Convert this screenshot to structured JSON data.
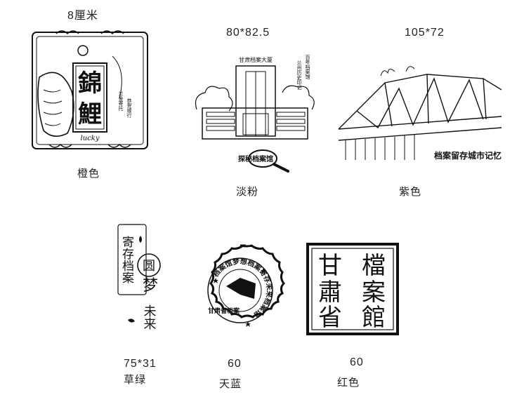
{
  "items": [
    {
      "id": "koi",
      "size": "8厘米",
      "color": "橙色",
      "art": {
        "big_text": [
          "錦",
          "鯉"
        ],
        "tag": "lucky",
        "side_left": "兰舍寄托",
        "side_right": "恭贺顺行"
      }
    },
    {
      "id": "archive-building",
      "size": "80*82.5",
      "color": "淡粉",
      "art": {
        "top": "甘肃档案大厦",
        "right": "百年档案馆",
        "right2": "兰州历史印记",
        "bottom": "探秘档案馆"
      }
    },
    {
      "id": "bridge",
      "size": "105*72",
      "color": "紫色",
      "art": {
        "caption": "档案留存城市记忆"
      }
    },
    {
      "id": "dream",
      "size": "75*31",
      "color": "草绿",
      "art": {
        "col1": "寄存档案",
        "circle": "圆",
        "dream": "梦",
        "future": "未来"
      }
    },
    {
      "id": "round-seal",
      "size": "60",
      "color": "天蓝",
      "art": {
        "ring": "档案馆梦想档案寄存未来档案馆",
        "left": "甘肃省档案"
      }
    },
    {
      "id": "square-seal",
      "size": "60",
      "color": "红色",
      "art": {
        "chars": [
          "甘",
          "肅",
          "省",
          "檔",
          "案",
          "館"
        ]
      }
    }
  ]
}
